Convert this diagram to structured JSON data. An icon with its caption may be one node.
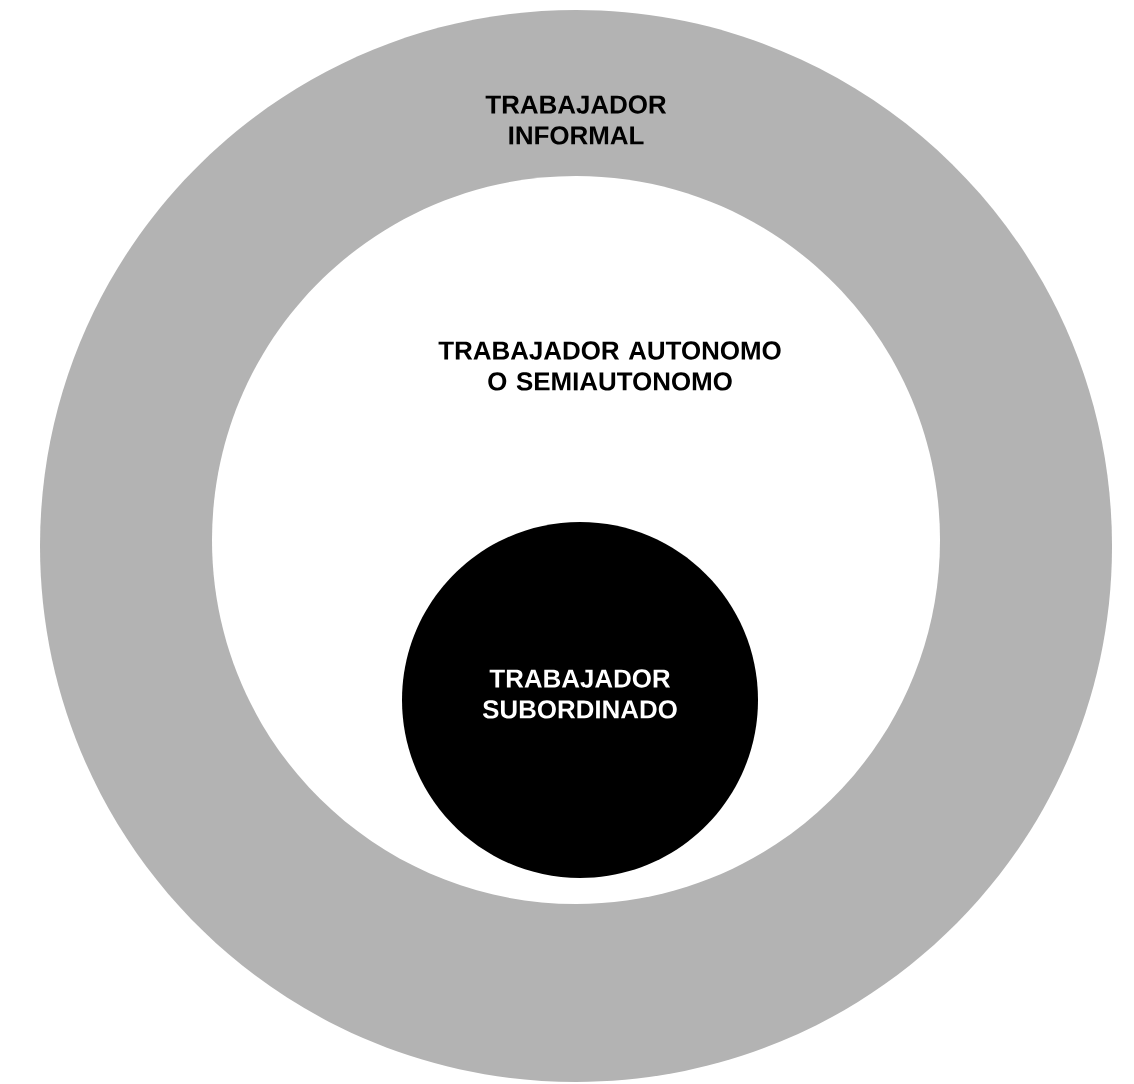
{
  "diagram": {
    "nodes": [
      {
        "text": [
          "TRABAJADOR INFORMAL"
        ]
      },
      {
        "text": [
          "TRABAJADOR AUTONOMO O SEMIAUTONOMO"
        ],
        "in": 0
      },
      {
        "text": [
          "TRABAJADOR SUBORDINADO"
        ],
        "in": 1
      }
    ]
  }
}
